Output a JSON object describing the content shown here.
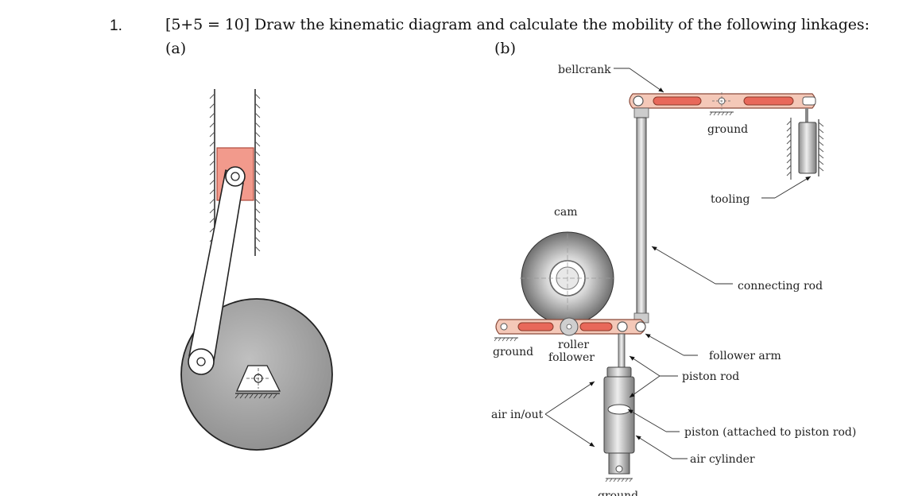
{
  "question": {
    "number": "1.",
    "text": "[5+5 = 10] Draw the kinematic diagram and calculate the mobility of the following linkages:",
    "part_a": "(a)",
    "part_b": "(b)"
  },
  "figure_b_labels": {
    "bellcrank": "bellcrank",
    "ground_top": "ground",
    "tooling": "tooling",
    "cam": "cam",
    "connecting_rod": "connecting rod",
    "roller": "roller",
    "follower": "follower",
    "ground_left": "ground",
    "follower_arm": "follower arm",
    "piston_rod": "piston rod",
    "air_in_out": "air in/out",
    "piston": "piston (attached to piston rod)",
    "air_cylinder": "air cylinder",
    "ground_bottom": "ground"
  },
  "colors": {
    "link_fill": "#f4c8b8",
    "slot_fill": "#e8685a",
    "slider_fill": "#f29a8c",
    "disk_fill": "#a8a8a8"
  }
}
